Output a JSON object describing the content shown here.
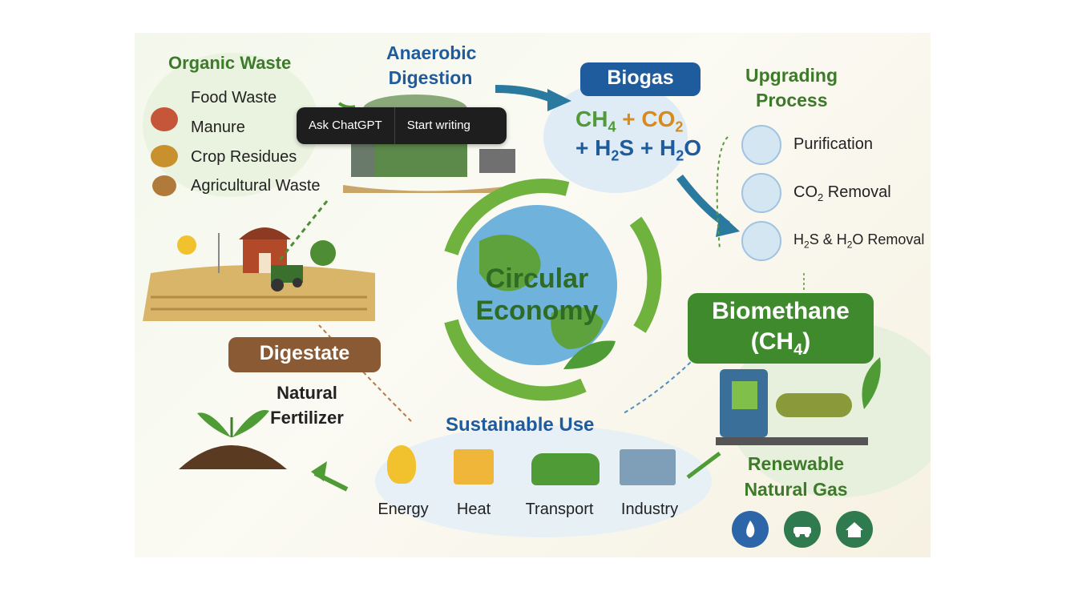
{
  "popup": {
    "ask_label": "Ask ChatGPT",
    "write_label": "Start writing"
  },
  "diagram": {
    "organic_waste": {
      "title": "Organic Waste",
      "items": [
        "Food Waste",
        "Manure",
        "Crop Residues",
        "Agricultural Waste"
      ]
    },
    "digestion": {
      "line1": "Anaerobic",
      "line2": "Digestion"
    },
    "biogas": {
      "title": "Biogas",
      "ch4": "CH",
      "ch4_sub": "4",
      "plus1": " + ",
      "co2": "CO",
      "co2_sub": "2",
      "plus2": "+ H",
      "h2s_sub": "2",
      "h2s_s": "S",
      "plus3": " + H",
      "h2o_sub": "2",
      "h2o_o": "O"
    },
    "upgrading": {
      "line1": "Upgrading",
      "line2": "Process",
      "step1": "Purification",
      "step2_a": "CO",
      "step2_sub": "2",
      "step2_b": " Removal",
      "step3_a": "H",
      "step3_sub1": "2",
      "step3_b": "S & H",
      "step3_sub2": "2",
      "step3_c": "O Removal"
    },
    "center": {
      "line1": "Circular",
      "line2": "Economy"
    },
    "biomethane": {
      "line1": "Biomethane",
      "line2_a": "(CH",
      "line2_sub": "4",
      "line2_b": ")"
    },
    "rng": {
      "line1": "Renewable",
      "line2": "Natural Gas"
    },
    "digestate": {
      "title": "Digestate",
      "line1": "Natural",
      "line2": "Fertilizer"
    },
    "sustainable": {
      "title": "Sustainable Use",
      "uses": [
        "Energy",
        "Heat",
        "Transport",
        "Industry"
      ]
    },
    "colors": {
      "green": "#3d7a2a",
      "blue": "#1f5c9e",
      "brown": "#8a5a34",
      "orange": "#d98a1c"
    }
  }
}
